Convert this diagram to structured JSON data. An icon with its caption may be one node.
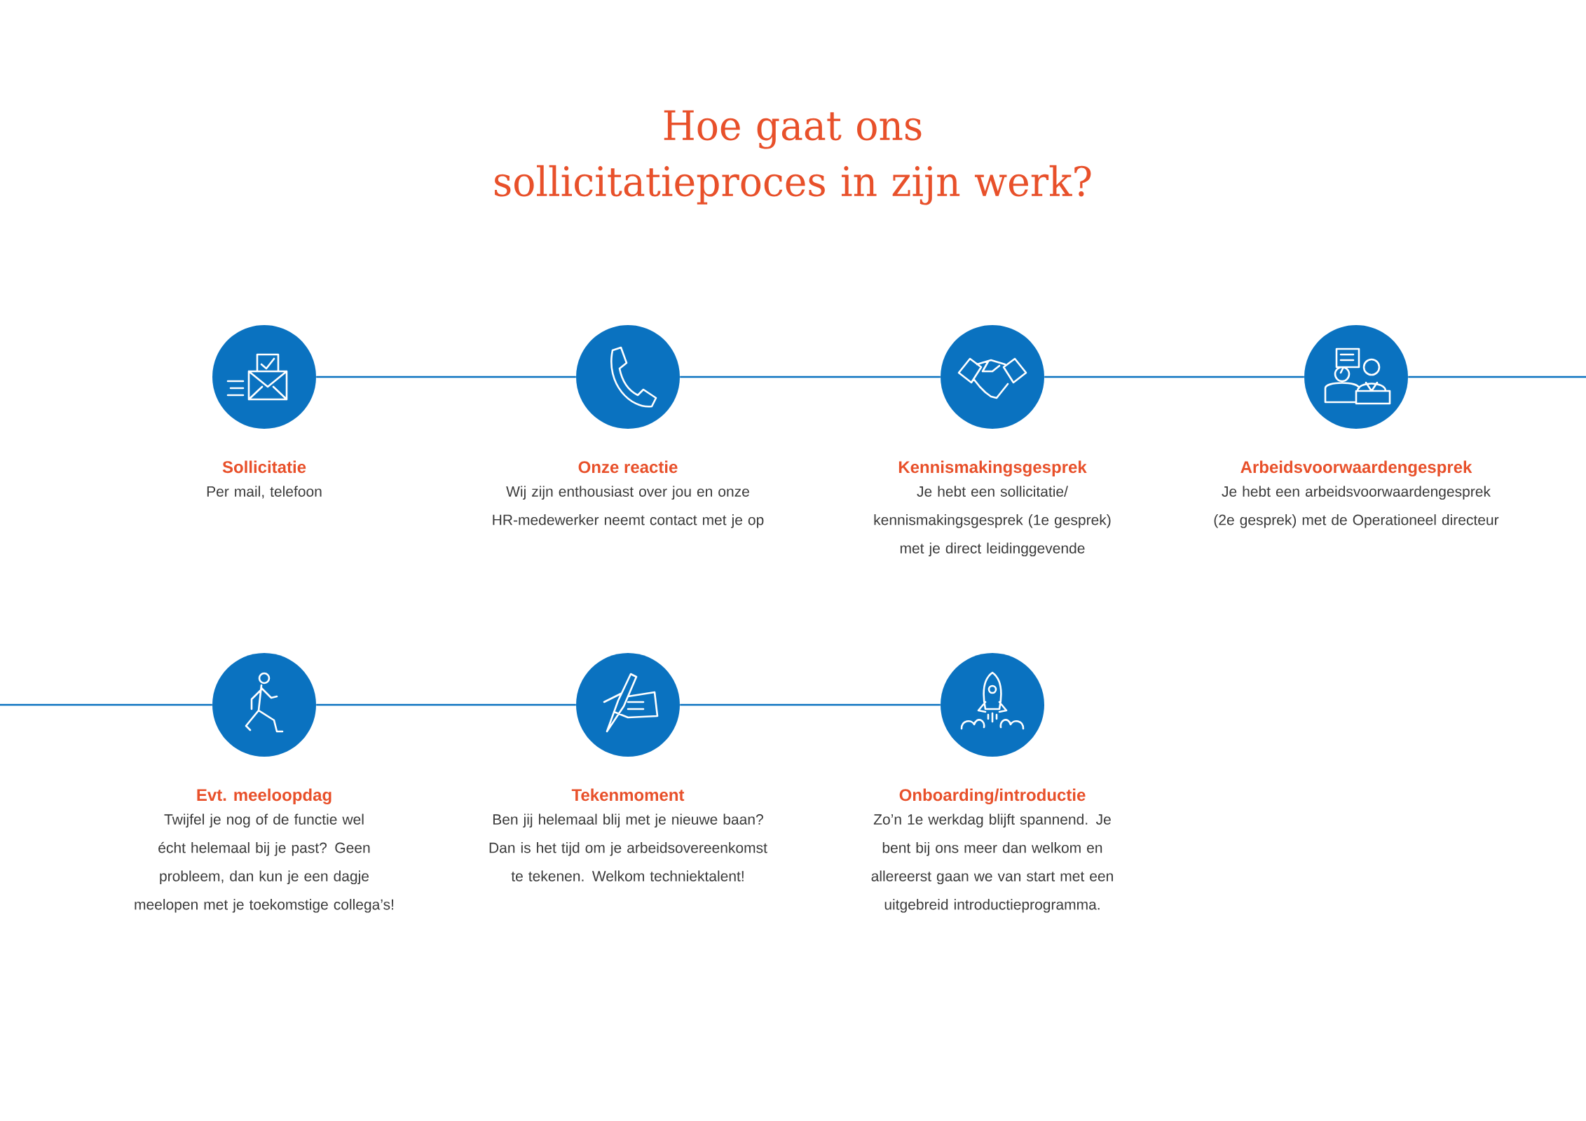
{
  "diagram": {
    "title": "Hoe gaat ons sollicitatieproces in zijn werk?",
    "nodes": [
      {
        "text": [
          "Sollicitatie",
          "Per mail, telefoon"
        ]
      },
      {
        "text": [
          "Onze reactie",
          "Wij zijn enthousiast over jou en onze HR-medewerker neemt contact met je op"
        ]
      },
      {
        "text": [
          "Kennismakingsgesprek",
          "Je hebt een sollicitatie/ kennismakingsgesprek (1e gesprek) met je direct leidinggevende"
        ]
      },
      {
        "text": [
          "Arbeidsvoorwaardengesprek",
          "Je hebt een arbeidsvoorwaardengesprek (2e gesprek) met de Operationeel directeur"
        ]
      },
      {
        "text": [
          "Evt. meeloopdag",
          "Twijfel je nog of de functie wel écht helemaal bij je past? Geen probleem, dan kun je een dagje meelopen met je toekomstige collega’s!"
        ]
      },
      {
        "text": [
          "Tekenmoment",
          "Ben jij helemaal blij met je nieuwe baan? Dan is het tijd om je arbeidsovereenkomst te tekenen. Welkom techniektalent!"
        ]
      },
      {
        "text": [
          "Onboarding/introductie",
          "Zo’n 1e werkdag blijft spannend. Je bent bij ons meer dan welkom en allereerst gaan we van start met een uitgebreid introductieprogramma."
        ]
      }
    ],
    "edges": [
      {
        "from": 0,
        "to": 1,
        "arrow": "none"
      },
      {
        "from": 1,
        "to": 2,
        "arrow": "none"
      },
      {
        "from": 2,
        "to": 3,
        "arrow": "none"
      },
      {
        "from": 3,
        "to": null,
        "arrow": "none"
      },
      {
        "from": null,
        "to": 4,
        "arrow": "none"
      },
      {
        "from": 4,
        "to": 5,
        "arrow": "none"
      },
      {
        "from": 5,
        "to": 6,
        "arrow": "none"
      }
    ]
  }
}
